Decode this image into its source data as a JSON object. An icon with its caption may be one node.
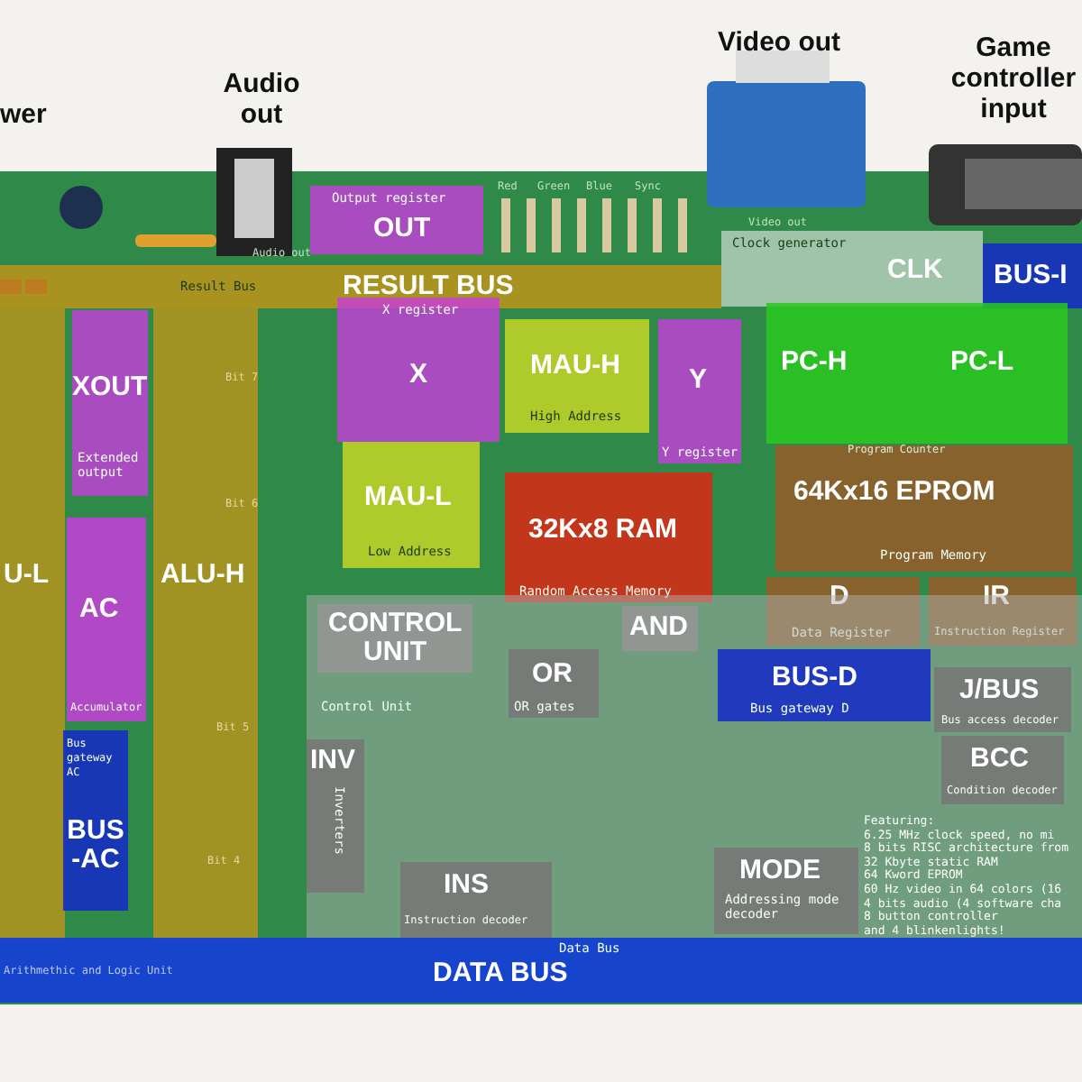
{
  "diagram": {
    "nodes": [
      {
        "text": [
          "Output register",
          "OUT"
        ]
      },
      {
        "text": [
          "Result Bus",
          "RESULT BUS"
        ]
      },
      {
        "text": [
          "CLK",
          "Clock generator"
        ]
      },
      {
        "text": [
          "BUS-I"
        ]
      },
      {
        "text": [
          "XOUT",
          "Extended output"
        ]
      },
      {
        "text": [
          "U-L"
        ]
      },
      {
        "text": [
          "ALU-H"
        ]
      },
      {
        "text": [
          "AC",
          "Accumulator"
        ]
      },
      {
        "text": [
          "Bus gateway AC",
          "BUS-AC"
        ]
      },
      {
        "text": [
          "X register",
          "X"
        ]
      },
      {
        "text": [
          "MAU-L",
          "Low Address"
        ]
      },
      {
        "text": [
          "MAU-H",
          "High Address"
        ]
      },
      {
        "text": [
          "Y",
          "Y register"
        ]
      },
      {
        "text": [
          "32Kx8 RAM",
          "Random Access Memory"
        ]
      },
      {
        "text": [
          "PC-H"
        ]
      },
      {
        "text": [
          "PC-L"
        ]
      },
      {
        "text": [
          "64Kx16 EPROM",
          "Program Memory"
        ]
      },
      {
        "text": [
          "D",
          "Data Register"
        ]
      },
      {
        "text": [
          "IR",
          "Instruction Register"
        ]
      },
      {
        "text": [
          "CONTROL UNIT",
          "Control Unit"
        ]
      },
      {
        "text": [
          "AND"
        ],
        "in": 19
      },
      {
        "text": [
          "OR",
          "OR gates"
        ],
        "in": 19
      },
      {
        "text": [
          "BUS-D",
          "Bus gateway D"
        ],
        "in": 19
      },
      {
        "text": [
          "J/BUS",
          "Bus access decoder"
        ],
        "in": 19
      },
      {
        "text": [
          "BCC",
          "Condition decoder"
        ],
        "in": 19
      },
      {
        "text": [
          "INV",
          "Inverters"
        ],
        "in": 19
      },
      {
        "text": [
          "INS",
          "Instruction decoder"
        ],
        "in": 19
      },
      {
        "text": [
          "MODE",
          "Addressing mode decoder"
        ],
        "in": 19
      },
      {
        "text": [
          "Data Bus",
          "DATA BUS"
        ]
      }
    ],
    "labels": [
      "wer",
      "Audio out",
      "Video out",
      "Game controller input",
      "Audio out",
      "Video out",
      "Red",
      "Green",
      "Blue",
      "Sync",
      "Program Counter",
      "Bit 7",
      "Bit 6",
      "Bit 5",
      "Bit 4",
      "Arithmethic and Logic Unit",
      "Featuring:",
      "6.25 MHz clock speed, no mi",
      "8 bits RISC architecture from",
      "32 Kbyte static RAM",
      "64 Kword EPROM",
      "60 Hz video in 64 colors (16",
      "4 bits audio (4 software cha",
      "8 button controller",
      "and 4 blinkenlights!"
    ]
  }
}
